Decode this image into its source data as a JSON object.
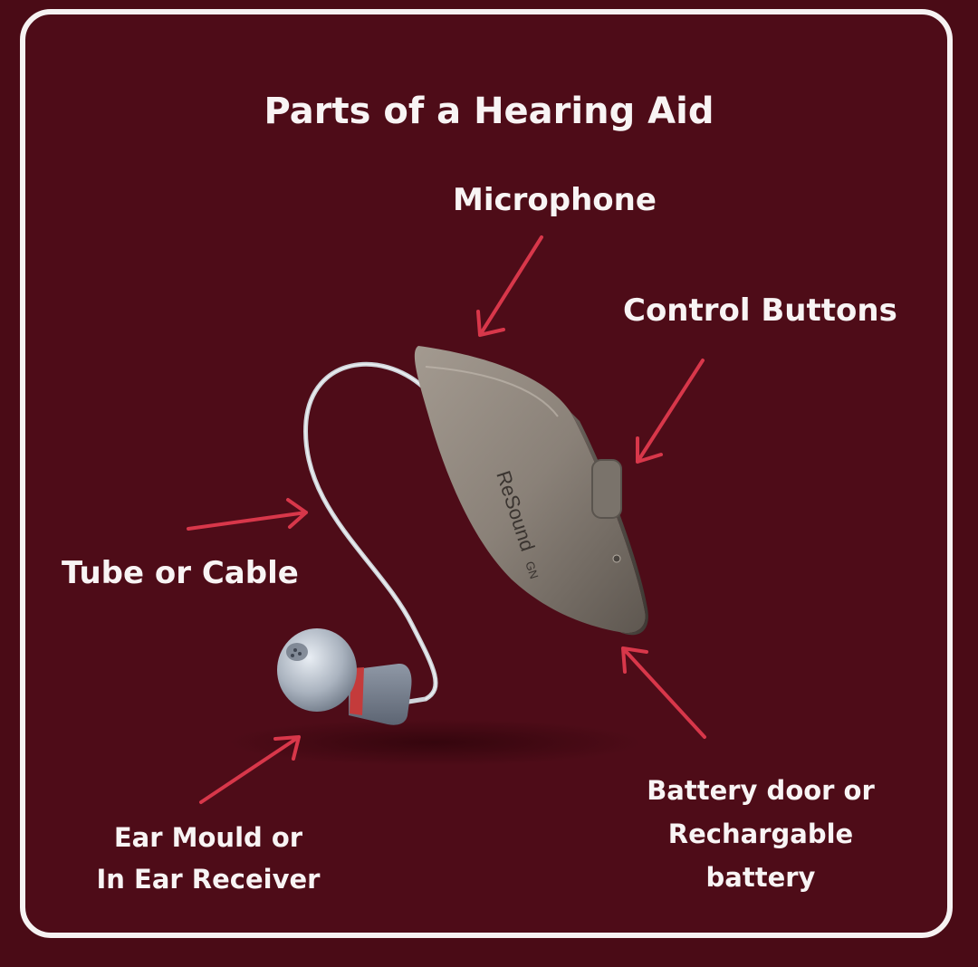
{
  "title": "Parts of a Hearing Aid",
  "labels": {
    "microphone": "Microphone",
    "control_buttons": "Control Buttons",
    "tube": "Tube or Cable",
    "ear_mould_line1": "Ear Mould or",
    "ear_mould_line2": "In Ear Receiver",
    "battery_line1": "Battery door or",
    "battery_line2": "Rechargable",
    "battery_line3": "battery"
  },
  "device": {
    "brand": "ReSound",
    "brand_suffix": "GN"
  },
  "colors": {
    "background": "#4e0c18",
    "frame": "#f6f2f2",
    "text": "#f8f4f4",
    "arrow": "#d8374a",
    "device_body": "#8a8178",
    "cable": "#d9dde2",
    "receiver": "#7e8795",
    "receiver_band": "#c43b3b"
  }
}
